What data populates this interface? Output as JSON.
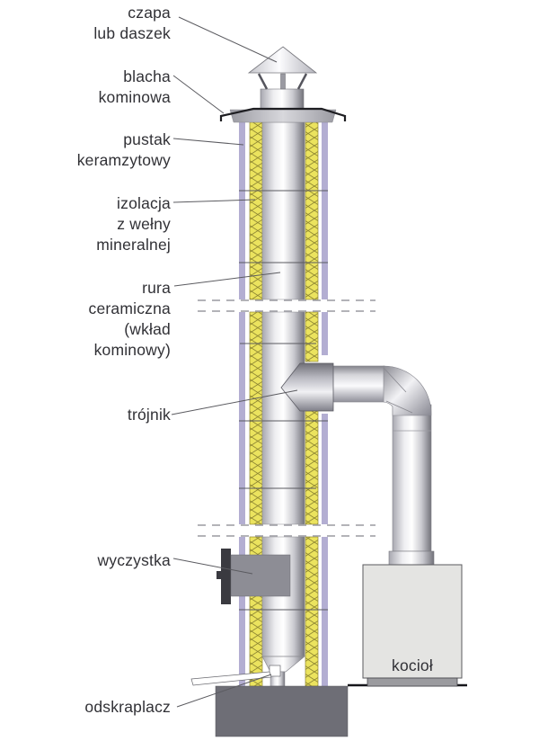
{
  "diagram_title": "Chimney system cross-section (Polish labels)",
  "labels": {
    "cap": [
      "czapa",
      "lub daszek"
    ],
    "flashing": [
      "blacha",
      "kominowa"
    ],
    "block": [
      "pustak",
      "keramzytowy"
    ],
    "insulation": [
      "izolacja",
      "z wełny",
      "mineralnej"
    ],
    "ceramic_pipe": [
      "rura",
      "ceramiczna",
      "(wkład",
      "kominowy)"
    ],
    "tee": [
      "trójnik"
    ],
    "cleanout": [
      "wyczystka"
    ],
    "condensate_trap": [
      "odskraplacz"
    ],
    "boiler": [
      "kocioł"
    ]
  },
  "colors": {
    "insulation_yellow": "#ebe35e",
    "block_purple": "#b3aed2",
    "foundation_gray": "#6e6e76",
    "cleanout_gray": "#8d8d95",
    "boiler_gray": "#e4e4e2",
    "label_text": "#313136",
    "leader_line": "#5b5b60"
  }
}
